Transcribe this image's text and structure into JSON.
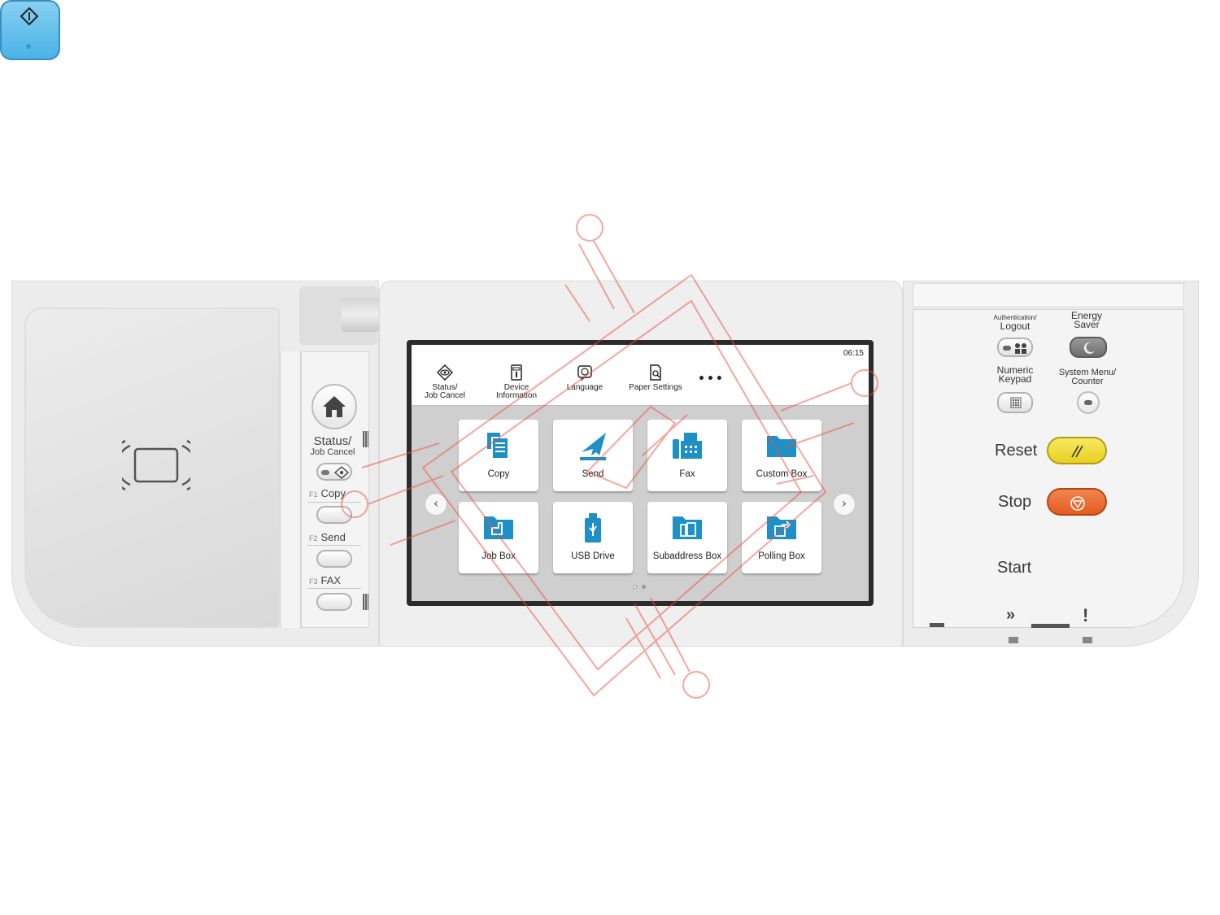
{
  "left_panel": {
    "status_label_line1": "Status/",
    "status_label_line2": "Job Cancel",
    "f1_tag": "F1",
    "f1_label": "Copy",
    "f2_tag": "F2",
    "f2_label": "Send",
    "f3_tag": "F3",
    "f3_label": "FAX"
  },
  "screen": {
    "clock": "06:15",
    "more": "•••",
    "top_items": [
      {
        "line1": "Status/",
        "line2": "Job Cancel",
        "icon": "status-eye-icon"
      },
      {
        "line1": "Device",
        "line2": "Information",
        "icon": "device-info-icon"
      },
      {
        "line1": "Language",
        "line2": "",
        "icon": "language-icon"
      },
      {
        "line1": "Paper Settings",
        "line2": "",
        "icon": "paper-settings-icon"
      }
    ],
    "tiles": [
      {
        "label": "Copy",
        "icon": "copy-icon"
      },
      {
        "label": "Send",
        "icon": "send-icon"
      },
      {
        "label": "Fax",
        "icon": "fax-icon"
      },
      {
        "label": "Custom Box",
        "icon": "folder-icon"
      },
      {
        "label": "Job Box",
        "icon": "job-box-icon"
      },
      {
        "label": "USB Drive",
        "icon": "usb-drive-icon"
      },
      {
        "label": "Subaddress Box",
        "icon": "subaddress-box-icon"
      },
      {
        "label": "Polling Box",
        "icon": "polling-box-icon"
      }
    ],
    "page_count": 2,
    "current_page": 1
  },
  "right_panel": {
    "auth_line1": "Authentication/",
    "auth_line2": "Logout",
    "energy_line1": "Energy",
    "energy_line2": "Saver",
    "numeric_line1": "Numeric",
    "numeric_line2": "Keypad",
    "system_line1": "System Menu/",
    "system_line2": "Counter",
    "reset_label": "Reset",
    "stop_label": "Stop",
    "start_label": "Start",
    "processing_glyph": "»",
    "attention_glyph": "!"
  },
  "colors": {
    "tile_icon": "#1e90c6",
    "reset_key": "#f2e040",
    "stop_key": "#ec6a2c",
    "start_key": "#5ab8e8",
    "watermark": "#e8523f"
  }
}
